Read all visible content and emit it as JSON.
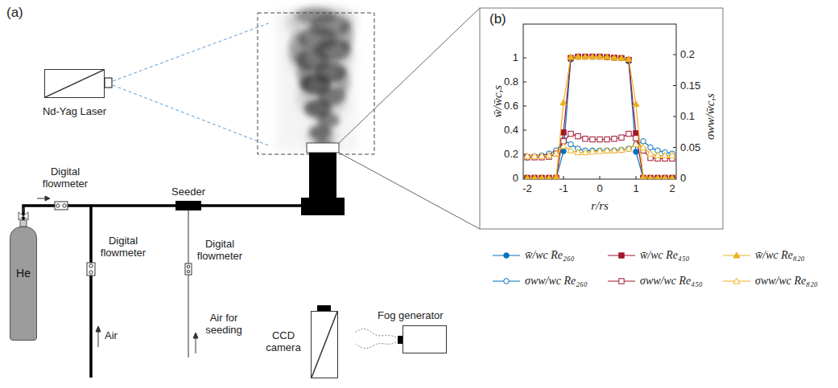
{
  "diagram": {
    "nodes": [
      {
        "text": [
          "Nd-Yag Laser"
        ]
      },
      {
        "text": [
          "He"
        ]
      },
      {
        "text": [
          "Seeder"
        ]
      },
      {
        "text": [
          "CCD camera"
        ]
      },
      {
        "text": [
          "Fog generator"
        ]
      }
    ],
    "edges": [
      {
        "from": 1,
        "to": 2,
        "arrow": "none"
      }
    ],
    "labels": [
      "(a)",
      "(b)",
      "Digital flowmeter",
      "Digital flowmeter",
      "Digital flowmeter",
      "Air",
      "Air for seeding",
      "0",
      "0.2",
      "0.4",
      "0.6",
      "0.8",
      "1",
      "0",
      "0.05",
      "0.1",
      "0.15",
      "0.2",
      "-2",
      "-1",
      "0",
      "1",
      "2",
      "w̄/w̄c,s",
      "σww/w̄c,s",
      "r/rs"
    ],
    "legend": [
      {
        "text": "w̄/wc Re₂₆₀"
      },
      {
        "text": "w̄/wc Re₄₅₀"
      },
      {
        "text": "w̄/wc Re₈₂₀"
      },
      {
        "text": "σww/wc Re₂₆₀"
      },
      {
        "text": "σww/wc Re₄₅₀"
      },
      {
        "text": "σww/wc Re₈₂₀"
      }
    ]
  }
}
